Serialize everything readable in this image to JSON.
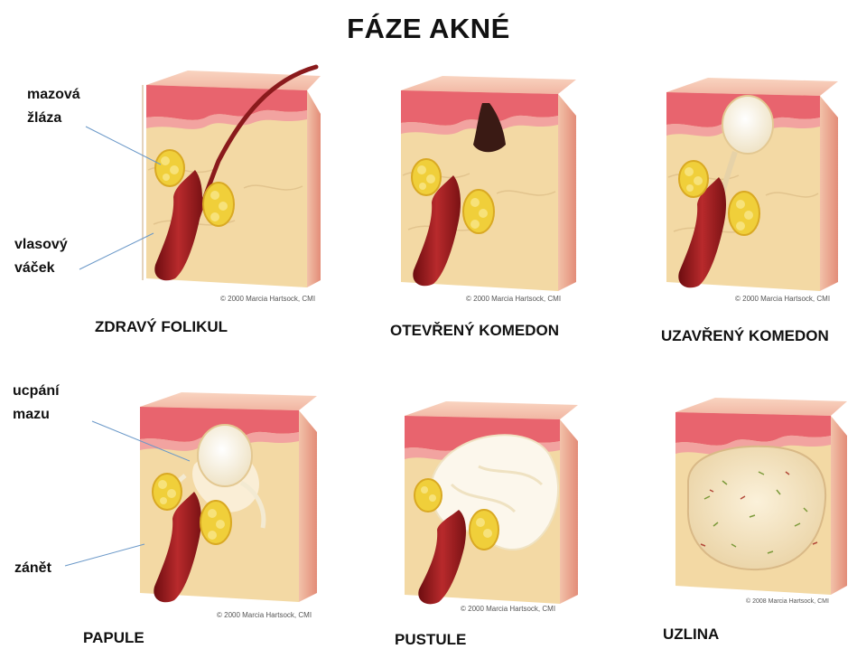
{
  "title": "FÁZE AKNÉ",
  "labels": {
    "sebaceous_gland": [
      "mazová",
      "žláza"
    ],
    "hair_follicle": [
      "vlasový",
      "váček"
    ],
    "sebum_plug": [
      "ucpání",
      "mazu"
    ],
    "inflammation": "zánět"
  },
  "stages": [
    {
      "name": "ZDRAVÝ FOLIKUL",
      "credit": "© 2000  Marcia Hartsock, CMI"
    },
    {
      "name": "OTEVŘENÝ KOMEDON",
      "credit": "© 2000  Marcia Hartsock, CMI"
    },
    {
      "name": "UZAVŘENÝ KOMEDON",
      "credit": "© 2000  Marcia Hartsock, CMI"
    },
    {
      "name": "PAPULE",
      "credit": "© 2000  Marcia Hartsock, CMI"
    },
    {
      "name": "PUSTULE",
      "credit": "© 2000  Marcia Hartsock, CMI"
    },
    {
      "name": "UZLINA",
      "credit": "© 2008  Marcia Hartsock, CMI"
    }
  ],
  "colors": {
    "tissue": "#f3d9a4",
    "tissue_side": "#e9a78f",
    "epidermis": "#e8646e",
    "follicle": "#9a1f22",
    "gland": "#f0cf3a",
    "pus": "#fbf6ea",
    "blackhead": "#3a1a14"
  }
}
